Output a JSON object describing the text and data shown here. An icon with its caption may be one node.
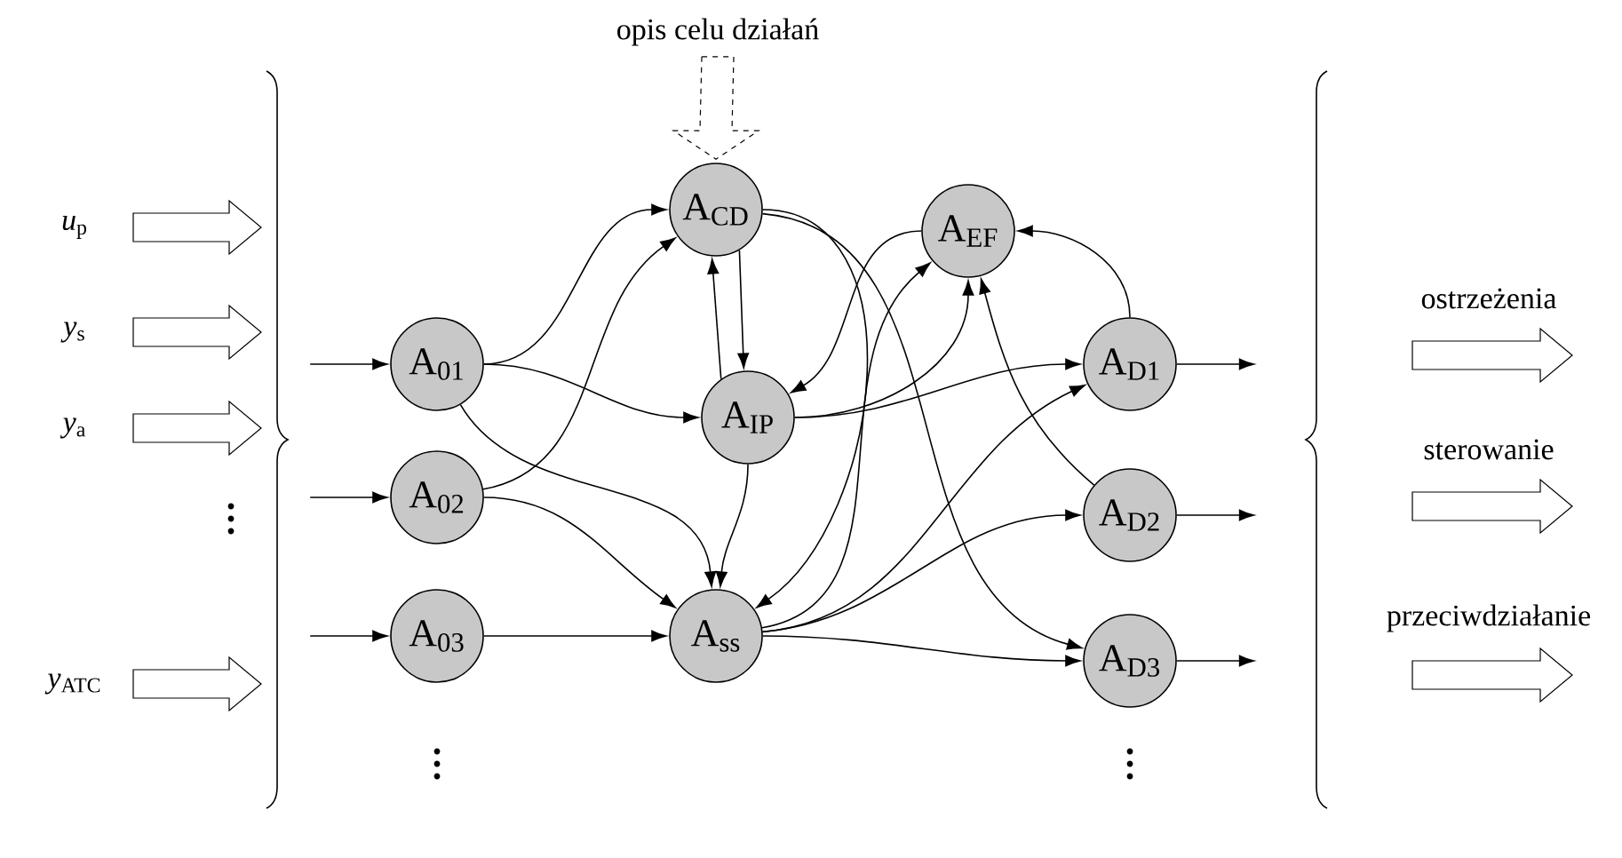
{
  "diagram": {
    "nodes": [
      {
        "text": [
          "opis celu działań"
        ]
      },
      {
        "text": [
          "A$_{CD}$"
        ]
      },
      {
        "text": [
          "A$_{EF}$"
        ]
      },
      {
        "text": [
          "A$_{01}$"
        ]
      },
      {
        "text": [
          "A$_{IP}$"
        ]
      },
      {
        "text": [
          "A$_{02}$"
        ]
      },
      {
        "text": [
          "A$_{03}$"
        ]
      },
      {
        "text": [
          "A$_{ss}$"
        ]
      },
      {
        "text": [
          "A$_{D1}$"
        ]
      },
      {
        "text": [
          "A$_{D2}$"
        ]
      },
      {
        "text": [
          "A$_{D3}$"
        ]
      }
    ],
    "edges": [
      {
        "from": 0,
        "to": 1,
        "arrow": "to",
        "style": "dashed"
      },
      {
        "from": null,
        "to": 3,
        "arrow": "to"
      },
      {
        "from": null,
        "to": 5,
        "arrow": "to"
      },
      {
        "from": null,
        "to": 6,
        "arrow": "to"
      },
      {
        "from": 3,
        "to": 1,
        "arrow": "to"
      },
      {
        "from": 3,
        "to": 4,
        "arrow": "to"
      },
      {
        "from": 3,
        "to": 7,
        "arrow": "to"
      },
      {
        "from": 5,
        "to": 1,
        "arrow": "to"
      },
      {
        "from": 5,
        "to": 7,
        "arrow": "to"
      },
      {
        "from": 6,
        "to": 7,
        "arrow": "to"
      },
      {
        "from": 1,
        "to": 4,
        "arrow": "to"
      },
      {
        "from": 4,
        "to": 1,
        "arrow": "to"
      },
      {
        "from": 4,
        "to": 7,
        "arrow": "to"
      },
      {
        "from": 1,
        "to": 7,
        "arrow": "to"
      },
      {
        "from": 1,
        "to": 10,
        "arrow": "to"
      },
      {
        "from": 2,
        "to": 4,
        "arrow": "to"
      },
      {
        "from": 4,
        "to": 2,
        "arrow": "to"
      },
      {
        "from": 4,
        "to": 8,
        "arrow": "to"
      },
      {
        "from": 7,
        "to": 2,
        "arrow": "to"
      },
      {
        "from": 7,
        "to": 8,
        "arrow": "to"
      },
      {
        "from": 7,
        "to": 9,
        "arrow": "to"
      },
      {
        "from": 7,
        "to": 10,
        "arrow": "to"
      },
      {
        "from": 8,
        "to": 2,
        "arrow": "to"
      },
      {
        "from": 9,
        "to": 2,
        "arrow": "to"
      },
      {
        "from": 8,
        "to": null,
        "arrow": "to"
      },
      {
        "from": 9,
        "to": null,
        "arrow": "to"
      },
      {
        "from": 10,
        "to": null,
        "arrow": "to"
      }
    ],
    "labels": [
      "*u*$_{p}$",
      "*y*$_{s}$",
      "*y*$_{a}$",
      "*y*$_{ATC}$",
      "ostrzeżenia",
      "sterowanie",
      "przeciwdziałanie"
    ]
  }
}
